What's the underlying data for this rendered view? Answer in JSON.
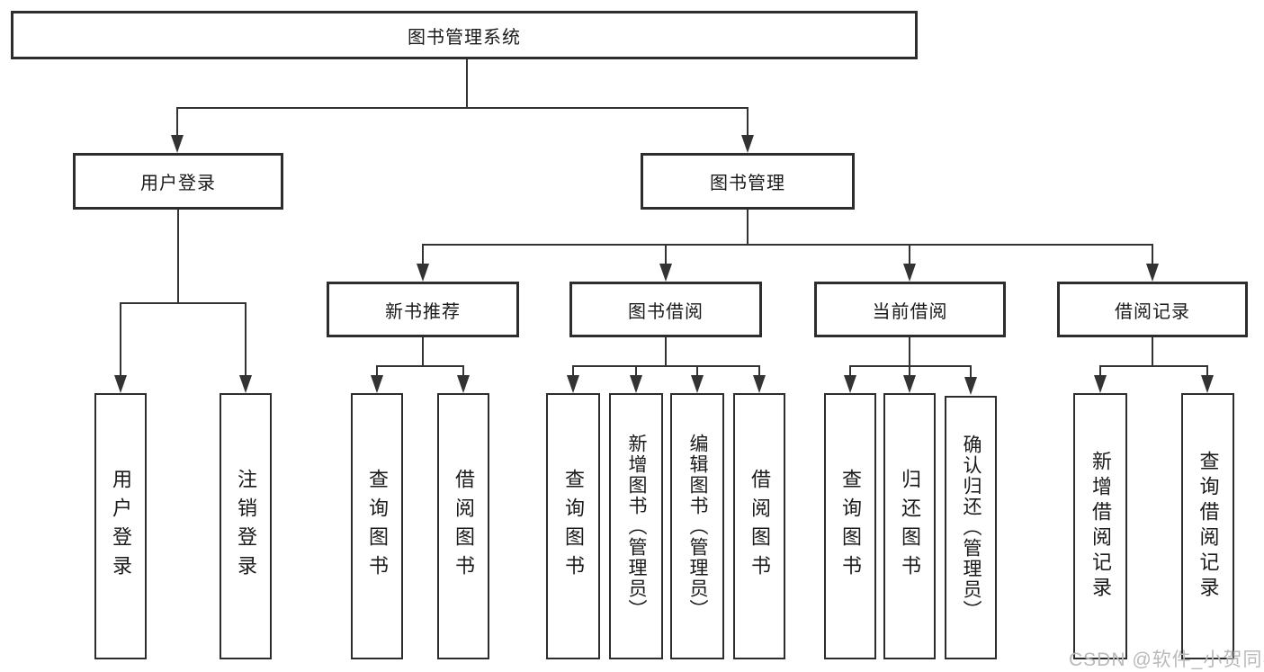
{
  "tree": {
    "label": "图书管理系统",
    "children": [
      {
        "label": "用户登录",
        "children": [
          {
            "label": "用户登录"
          },
          {
            "label": "注销登录"
          }
        ]
      },
      {
        "label": "图书管理",
        "children": [
          {
            "label": "新书推荐",
            "children": [
              {
                "label": "查询图书"
              },
              {
                "label": "借阅图书"
              }
            ]
          },
          {
            "label": "图书借阅",
            "children": [
              {
                "label": "查询图书"
              },
              {
                "label": "新增图书（管理员）"
              },
              {
                "label": "编辑图书（管理员）"
              },
              {
                "label": "借阅图书"
              }
            ]
          },
          {
            "label": "当前借阅",
            "children": [
              {
                "label": "查询图书"
              },
              {
                "label": "归还图书"
              },
              {
                "label": "确认归还（管理员）"
              }
            ]
          },
          {
            "label": "借阅记录",
            "children": [
              {
                "label": "新增借阅记录"
              },
              {
                "label": "查询借阅记录"
              }
            ]
          }
        ]
      }
    ]
  },
  "watermark": {
    "text": "CSDN @软件_小贺同学"
  },
  "colors": {
    "line": "#333333",
    "border": "#2d2d2d",
    "text": "#1a1a1a",
    "watermark": "#b9b9b9"
  }
}
